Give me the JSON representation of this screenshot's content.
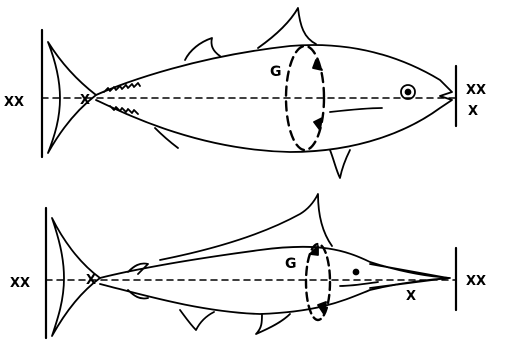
{
  "tuna": {
    "label_xx_left": "XX",
    "label_x_tail": "X",
    "label_g": "G",
    "label_xx_right": "XX",
    "label_x_mouth": "X"
  },
  "marlin": {
    "label_xx_left": "XX",
    "label_x_tail": "X",
    "label_g": "G",
    "label_xx_right": "XX",
    "label_x_bill": "X"
  }
}
